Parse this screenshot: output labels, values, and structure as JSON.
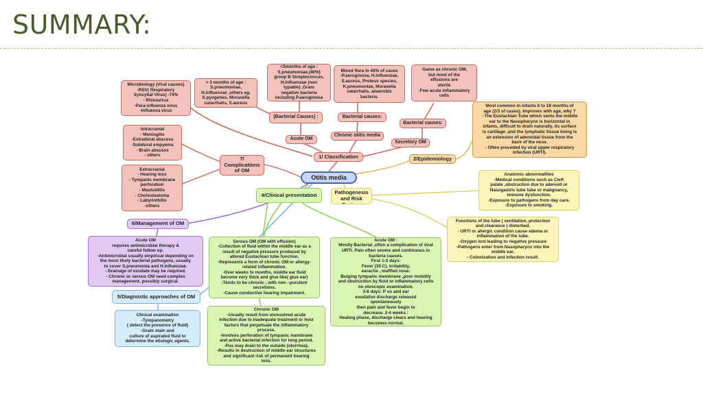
{
  "title": "SUMMARY:",
  "center": "Otitis media",
  "branches": {
    "classification": "1/ Classification",
    "epidemiology": "2/Epidemiology",
    "pathogenesis": "3/OM: Pathogenesis\nand Risk Factors",
    "clinical": "4/Clinical presentation",
    "diagnostic": "5/Diagnostic approaches of OM",
    "management": "6/Management of OM",
    "complications": "7/\nComplications\nof OM"
  },
  "classification": {
    "acute": "Acute OM",
    "chronic": "Chronic otitis media",
    "secretory": "Secretory OM",
    "bact_acute": "(Bacterial Causes)  :",
    "bact_chronic": "Bacterial causes:",
    "bact_secretory": "Bacterial causes:",
    "under3": "<3months of age :\nS.pneumoniae,(40%)\ngroup B Streptococcus,\nH.influenzae  (non\ntypable) ,Gram\nnegative bacteria\nincluding P.aeruginosa",
    "over3": "> 3 months of age :\nS.pneumoniae,\nH.influenzae ,others eg.\nS.pyogenes, Moraxella\ncatarrhalis, S.aureus",
    "microbiology": "Microbiology (Viral causes)\n-RSV( Respiratory\nSyncytial Virus) -74%\n- Rhinovirus\n-Para-influenza virus\n-Influenza virus",
    "mixed": "Mixed flora in 40% of cases\n-P.aeruginosa, H.influenzae,\nS.aureus, Proteus species,\nK.pneumoniae, Moraxella\ncatarrhalis, anaerobic\nbacteria.",
    "same": "-Same as chronic OM,\nbut  most of the\neffusions are\nsterile\n-Few acute inflammatory\ncells"
  },
  "epidemiology_text": "Most common in infants 6 to 18 months of\nage (2/3 of cases). Improves with age, why ?\n-  The Eustachian Tube which vents the middle\near to the Nasopharynx is horizontal in\ninfants, difficult to drain naturally, its surface\nis cartilage ,and the lymphatic tissue lining is\nan extension of adenoidal tissue from the\nback of the nose.\n-  Often preceded by viral upper respiratory\ninfection (URTI).",
  "anatomic_text": "Anatomic abnormalities\n-Medical conditions such as Cleft\npalate ,obstruction due to adenoid or\nNasogastric tube tube or malignancy,\nimmune dysfunction.\n-Exposure to pathogens from day care.\n-Exposure to smoking.",
  "functions_text": "Functions of the tube ( ventilation, protection\nand clearance ) disturbed.\n-  URTI or allergic condition cause edema or\ninflammation of the tube.\n-Oxygen lost leading to negative pressure\n-Pathogens enter from Nasopharynx into the\nmiddle ear.\n-  Colonization and infection result.",
  "intracranial_text": "Intracranial\n-  Meningitis\n-Extradural abscess\n-Subdural empyema\n- Brain abscess\n- others",
  "extracranial_text": "Extracranial\n- Hearing loss\n- Tympanic membrane\nperforation\n- Mastoiditis\n- Cholesteatoma\n- Labyrinthitis\n-others",
  "serous_text": "Serous OM (OM with effusion)\n-Collection of fluid within the middle ear as a\nresult of negative pressure produced by\naltered Eustachian tube function.\n-Represents a form of chronic OM or allergy-\nrelated inflammation.\n-Over weeks to months, middle ear fluid\nbecome very thick and glue like( glue ear)\n-Tends to be chronic , with non –purulent\nsecretions.\n-Cause  conductive hearing impairment.",
  "chronic_text": "Chronic OM\n-Usually result from unresolved acute\ninfection due to inadequate treatment or host\nfactors that perpetuate the inflammatory\nprocess.\n-Involves perforation of tympanic membrane\nand active  bacterial infection for long period.\n-Pus may drain to the outside (otorrhea).\n-Results in destruction of middle ear structures\nand significant risk of permanent hearing\nloss.",
  "acute_text": "Acute OM :\nMostly Bacterial ,often a complication of viral\nURTI.  Pain often severe and continuous in\nbacteria causes.\nFirst 1-2 days:\nFever (39 C), irritability,\nearache , muffled nose.\nBulging tympanic membrane ,poor mobility\nand obstruction by fluid or inflammatory cells\non otoscopic examination.\n3-8 days:  P us and ear\nexudative discharge released\nspontaneously\nthen pain and fever begin to\ndecrease.  2-4 weeks :\nHealing phase, discharge clears and hearing\nbecomes normal.",
  "management_text": "Acute OM\nrequires antimicrobial therapy &\ncareful follow up.\n-Antimicrobial usually empirical depending on\nthe most likely bacterial pathogens,  usually\nto cover S.pneumonia and H.influenzae.\n- Drainage of exudate may be required.\n- Chronic or serous OM need complex\nmanagement, possibly surgical.",
  "diagnostic_text": "Clinical examination\n-Tympanometry\n( detect the presence of fluid)\n-Gram stain and\nculture of aspirated fluid to\ndetermine the etiologic agents."
}
